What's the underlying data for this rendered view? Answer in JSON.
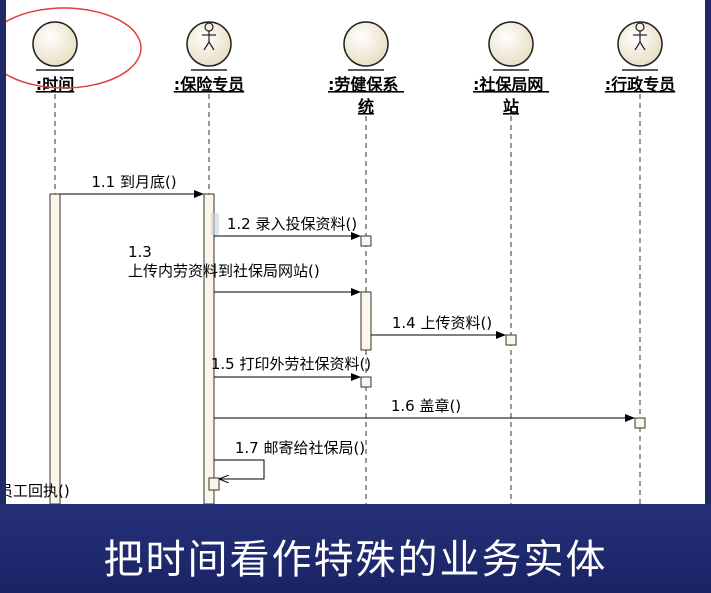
{
  "lifelines": [
    {
      "id": "time",
      "label_lines": [
        ":时间"
      ],
      "kind": "boundary"
    },
    {
      "id": "insurance_clerk",
      "label_lines": [
        ":保险专员"
      ],
      "kind": "actor"
    },
    {
      "id": "labor_system",
      "label_lines": [
        ":劳健保系",
        "统"
      ],
      "kind": "boundary"
    },
    {
      "id": "social_site",
      "label_lines": [
        ":社保局网",
        "站"
      ],
      "kind": "boundary"
    },
    {
      "id": "admin_clerk",
      "label_lines": [
        ":行政专员"
      ],
      "kind": "actor"
    }
  ],
  "messages": [
    {
      "id": "m1",
      "lines": [
        "1.1 到月底()"
      ]
    },
    {
      "id": "m2",
      "lines": [
        "1.2 录入投保资料()"
      ]
    },
    {
      "id": "m3",
      "lines": [
        "1.3",
        "上传内劳资料到社保局网站()"
      ]
    },
    {
      "id": "m4",
      "lines": [
        "1.4 上传资料()"
      ]
    },
    {
      "id": "m5",
      "lines": [
        "1.5 打印外劳社保资料()"
      ]
    },
    {
      "id": "m6",
      "lines": [
        "1.6 盖章()"
      ]
    },
    {
      "id": "m7",
      "lines": [
        "1.7 邮寄给社保局()"
      ]
    }
  ],
  "partial_label": "员工回执()",
  "caption": "把时间看作特殊的业务实体",
  "colors": {
    "frame_bar": "#1f2a66",
    "highlight_ellipse": "#e23c3c",
    "head_fill": "#f3ecd8",
    "activation_fill": "#fbf6e8"
  }
}
